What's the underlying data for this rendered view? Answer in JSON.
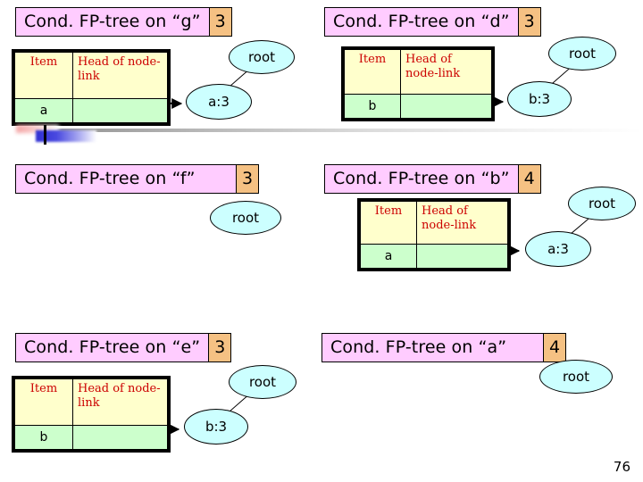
{
  "slide": {
    "page_number": "76",
    "table_headers": {
      "item": "Item",
      "head_of_node_link": "Head of node-link"
    },
    "colors": {
      "title_label_bg": "#ffccff",
      "title_count_bg": "#f5c183",
      "table_header_bg": "#ffffcc",
      "table_header_text": "#cc0000",
      "table_row_bg": "#ccffcc",
      "node_bg": "#ccffff",
      "outline": "#000000"
    }
  },
  "trees": [
    {
      "id": "g",
      "title_label": "Cond. FP-tree on “g”",
      "count": "3",
      "has_table": true,
      "item": "a",
      "nodes": [
        {
          "label": "root"
        },
        {
          "label": "a:3"
        }
      ]
    },
    {
      "id": "d",
      "title_label": "Cond. FP-tree on “d”",
      "count": "3",
      "has_table": true,
      "item": "b",
      "nodes": [
        {
          "label": "root"
        },
        {
          "label": "b:3"
        }
      ]
    },
    {
      "id": "f",
      "title_label": "Cond. FP-tree on “f”",
      "count": "3",
      "has_table": false,
      "item": "",
      "nodes": [
        {
          "label": "root"
        }
      ]
    },
    {
      "id": "b",
      "title_label": "Cond. FP-tree on “b”",
      "count": "4",
      "has_table": true,
      "item": "a",
      "nodes": [
        {
          "label": "root"
        },
        {
          "label": "a:3"
        }
      ]
    },
    {
      "id": "e",
      "title_label": "Cond. FP-tree on “e”",
      "count": "3",
      "has_table": true,
      "item": "b",
      "nodes": [
        {
          "label": "root"
        },
        {
          "label": "b:3"
        }
      ]
    },
    {
      "id": "a",
      "title_label": "Cond. FP-tree on “a”",
      "count": "4",
      "has_table": false,
      "item": "",
      "nodes": [
        {
          "label": "root"
        }
      ]
    }
  ]
}
